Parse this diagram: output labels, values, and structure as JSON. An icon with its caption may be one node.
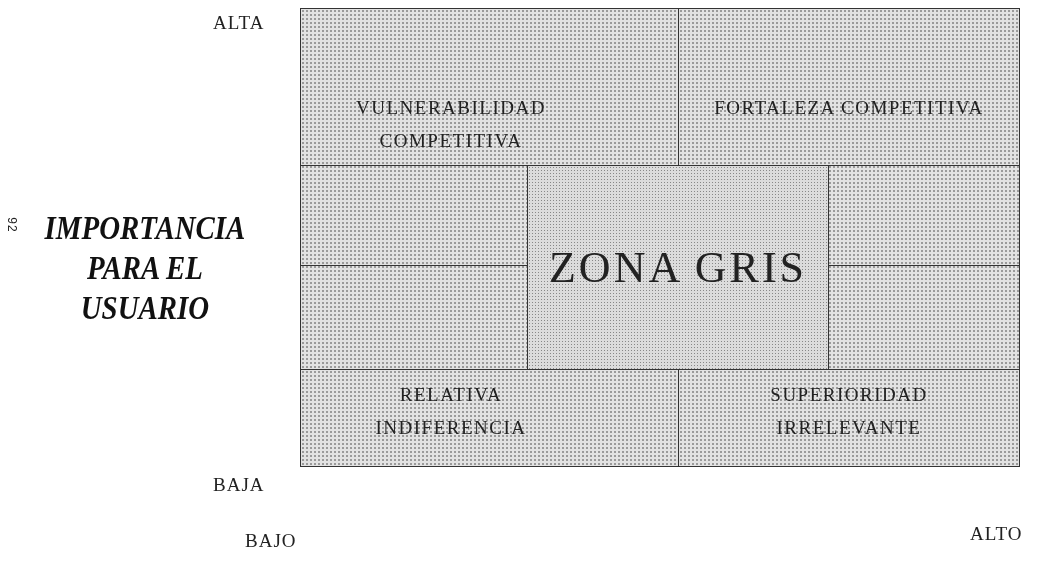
{
  "diagram": {
    "nodes": [
      {
        "text": [
          "VULNERABILIDAD COMPETITIVA"
        ]
      },
      {
        "text": [
          "FORTALEZA COMPETITIVA"
        ]
      },
      {
        "text": [
          "ZONA GRIS"
        ]
      },
      {
        "text": [
          "RELATIVA INDIFERENCIA"
        ]
      },
      {
        "text": [
          "SUPERIORIDAD IRRELEVANTE"
        ]
      }
    ],
    "edges": [],
    "labels": [
      "ALTA",
      "92",
      "IMPORTANCIA PARA EL USUARIO",
      "BAJA",
      "BAJO",
      "ALTO"
    ]
  }
}
